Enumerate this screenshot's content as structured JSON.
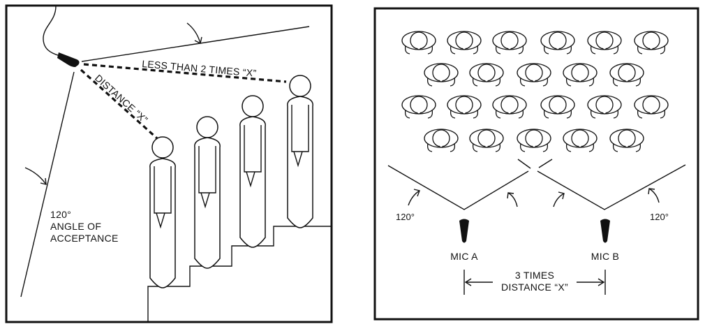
{
  "left_panel": {
    "less_than_label": "LESS THAN 2 TIMES “X”",
    "distance_label": "DISTANCE “X”",
    "angle_value": "120°",
    "angle_line1": "ANGLE OF",
    "angle_line2": "ACCEPTANCE"
  },
  "right_panel": {
    "angle_left": "120°",
    "angle_right": "120°",
    "mic_a": "MIC A",
    "mic_b": "MIC B",
    "spacing_line1": "3 TIMES",
    "spacing_line2": "DISTANCE “X”",
    "audience_rows": [
      6,
      5,
      6,
      5
    ]
  },
  "colors": {
    "ink": "#111111",
    "paper": "#ffffff"
  }
}
